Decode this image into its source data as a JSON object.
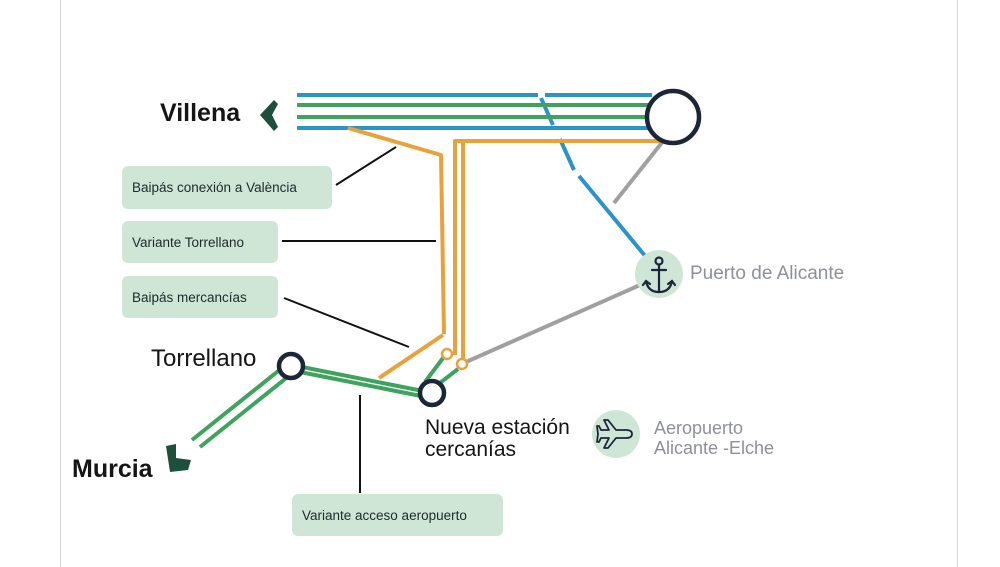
{
  "cities": {
    "villena": "Villena",
    "murcia": "Murcia",
    "torrellano": "Torrellano"
  },
  "stations": {
    "nueva_estacion_line1": "Nueva estación",
    "nueva_estacion_line2": "cercanías",
    "puerto": "Puerto de Alicante",
    "aeropuerto_line1": "Aeropuerto",
    "aeropuerto_line2": "Alicante -Elche"
  },
  "callouts": {
    "baipas_valencia": "Baipás conexión a València",
    "variante_torrellano": "Variante Torrellano",
    "baipas_mercancias": "Baipás mercancías",
    "variante_aeropuerto": "Variante acceso aeropuerto"
  },
  "colors": {
    "green": "#3da35d",
    "blue": "#2b93c8",
    "orange": "#e9a23b",
    "gray": "#a0a0a0",
    "navy": "#1c2638",
    "dark_green": "#1d4f3c",
    "callout_bg": "#cfe6d6"
  },
  "icons": {
    "villena_arrow": "chevron-left-icon",
    "murcia_arrow": "arrow-down-left-icon",
    "puerto": "anchor-icon",
    "aeropuerto": "airplane-icon"
  }
}
